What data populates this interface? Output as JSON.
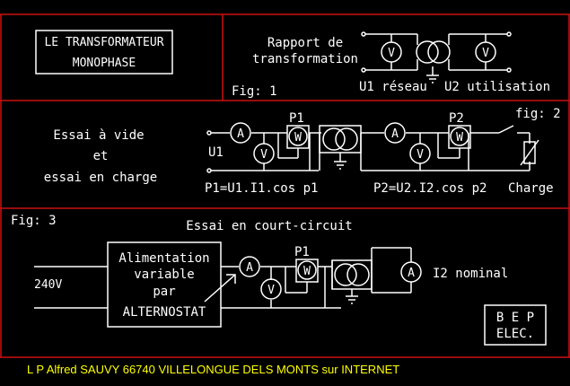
{
  "panel1": {
    "title_line1": "LE TRANSFORMATEUR",
    "title_line2": "MONOPHASE",
    "ratio_line1": "Rapport de",
    "ratio_line2": "transformation",
    "fig": "Fig: 1",
    "u1_label": "U1 réseau",
    "u2_label": "U2 utilisation"
  },
  "panel2": {
    "text_line1": "Essai à vide",
    "text_line2": "et",
    "text_line3": "essai   en charge",
    "u1": "U1",
    "p1": "P1",
    "p2": "P2",
    "fig": "fig: 2",
    "eq1": "P1=U1.I1.cos p1",
    "eq2": "P2=U2.I2.cos p2",
    "charge": "Charge"
  },
  "panel3": {
    "fig": "Fig: 3",
    "title": "Essai en court-circuit",
    "supply": "240V",
    "box_line1": "Alimentation",
    "box_line2": "variable",
    "box_line3": "par",
    "box_line4": "ALTERNOSTAT",
    "p1": "P1",
    "i2": "I2 nominal",
    "badge_line1": "B E P",
    "badge_line2": "ELEC."
  },
  "meters": {
    "voltmeter": "V",
    "ammeter": "A",
    "wattmeter": "W"
  },
  "footer": "L P Alfred SAUVY 66740 VILLELONGUE DELS MONTS sur INTERNET",
  "colors": {
    "background": "#000000",
    "frame": "#cc1111",
    "wire": "#ffffff",
    "footer": "#ffff00"
  }
}
